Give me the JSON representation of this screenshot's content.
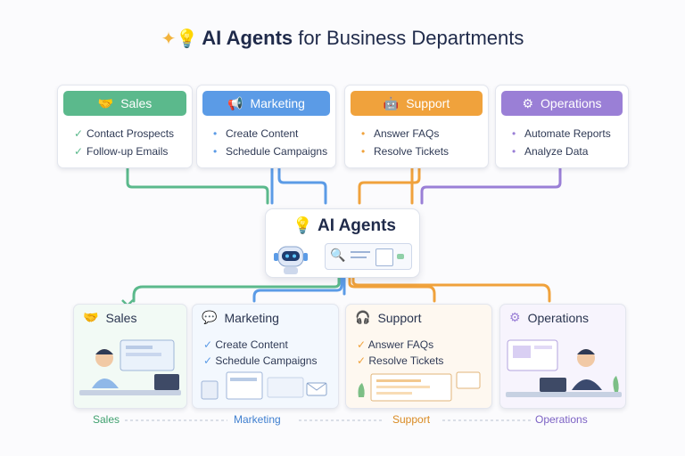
{
  "title": {
    "bold": "AI Agents",
    "rest": " for Business Departments"
  },
  "colors": {
    "sales": "#5bb98c",
    "marketing": "#5b9be6",
    "support": "#f0a23c",
    "operations": "#9a7fd6"
  },
  "top_cards": [
    {
      "label": "Sales",
      "icon": "handshake-icon",
      "items": [
        "Contact Prospects",
        "Follow-up Emails"
      ]
    },
    {
      "label": "Marketing",
      "icon": "megaphone-icon",
      "items": [
        "Create Content",
        "Schedule Campaigns"
      ]
    },
    {
      "label": "Support",
      "icon": "robot-face-icon",
      "items": [
        "Answer FAQs",
        "Resolve Tickets"
      ]
    },
    {
      "label": "Operations",
      "icon": "gear-icon",
      "items": [
        "Automate Reports",
        "Analyze Data"
      ]
    }
  ],
  "center": {
    "title": "AI Agents"
  },
  "bottom_cards": [
    {
      "label": "Sales",
      "icon": "handshake-icon"
    },
    {
      "label": "Marketing",
      "icon": "chat-icon",
      "items": [
        "Create Content",
        "Schedule Campaigns"
      ]
    },
    {
      "label": "Support",
      "icon": "headset-icon",
      "items": [
        "Answer FAQs",
        "Resolve Tickets"
      ]
    },
    {
      "label": "Operations",
      "icon": "gear-icon"
    }
  ],
  "footer": [
    "Sales",
    "Marketing",
    "Support",
    "Operations"
  ]
}
